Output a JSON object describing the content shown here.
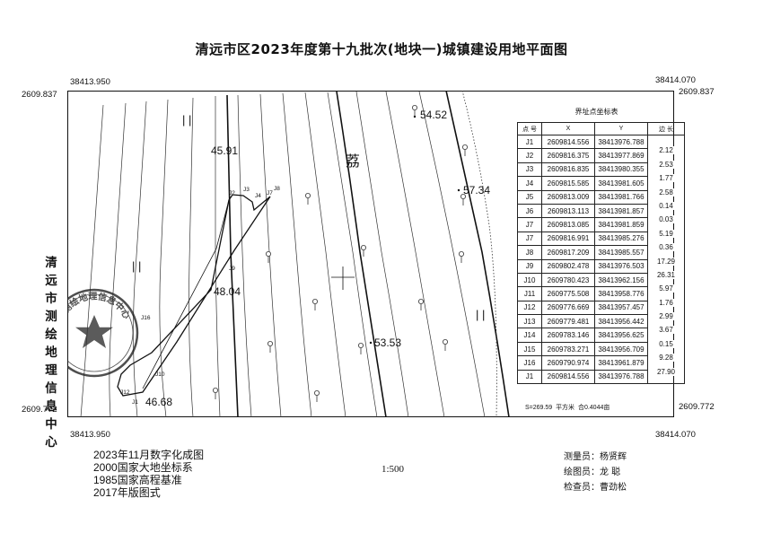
{
  "title": "清远市区2023年度第十九批次(地块一)城镇建设用地平面图",
  "corners": {
    "top_left_x": "38413.950",
    "top_left_y": "2609.837",
    "top_right_x": "38414.070",
    "top_right_y": "2609.837",
    "bottom_left_x": "38413.950",
    "bottom_left_y": "2609.772",
    "bottom_right_x": "38414.070",
    "bottom_right_y": "2609.772"
  },
  "organization_vertical": "清远市测绘地理信息中心",
  "seal_text": "清远市测绘地理信息中心",
  "map": {
    "elevations": [
      "45.91",
      "54.52",
      "57.34",
      "48.04",
      "53.53",
      "46.68"
    ],
    "land_label": "荔",
    "point_labels": [
      "J1",
      "J2",
      "J3",
      "J4",
      "J7",
      "J8",
      "J9",
      "J10",
      "J12",
      "J16"
    ]
  },
  "coord_table": {
    "title": "界址点坐标表",
    "headers": [
      "点 号",
      "X",
      "Y",
      "边 长"
    ],
    "rows": [
      {
        "no": "J1",
        "x": "2609814.556",
        "y": "38413976.788",
        "len": "2.12"
      },
      {
        "no": "J2",
        "x": "2609816.375",
        "y": "38413977.869",
        "len": "2.53"
      },
      {
        "no": "J3",
        "x": "2609816.835",
        "y": "38413980.355",
        "len": "1.77"
      },
      {
        "no": "J4",
        "x": "2609815.585",
        "y": "38413981.605",
        "len": "2.58"
      },
      {
        "no": "J5",
        "x": "2609813.009",
        "y": "38413981.766",
        "len": "0.14"
      },
      {
        "no": "J6",
        "x": "2609813.113",
        "y": "38413981.857",
        "len": "0.03"
      },
      {
        "no": "J7",
        "x": "2609813.085",
        "y": "38413981.859",
        "len": "5.19"
      },
      {
        "no": "J7",
        "x": "2609816.991",
        "y": "38413985.276",
        "len": "0.36"
      },
      {
        "no": "J8",
        "x": "2609817.209",
        "y": "38413985.557",
        "len": "17.29"
      },
      {
        "no": "J9",
        "x": "2609802.478",
        "y": "38413976.503",
        "len": "26.31"
      },
      {
        "no": "J10",
        "x": "2609780.423",
        "y": "38413962.156",
        "len": "5.97"
      },
      {
        "no": "J11",
        "x": "2609775.508",
        "y": "38413958.776",
        "len": "1.76"
      },
      {
        "no": "J12",
        "x": "2609776.669",
        "y": "38413957.457",
        "len": "2.99"
      },
      {
        "no": "J13",
        "x": "2609779.481",
        "y": "38413956.442",
        "len": "3.67"
      },
      {
        "no": "J14",
        "x": "2609783.146",
        "y": "38413956.625",
        "len": "0.15"
      },
      {
        "no": "J15",
        "x": "2609783.271",
        "y": "38413956.709",
        "len": "9.28"
      },
      {
        "no": "J16",
        "x": "2609790.974",
        "y": "38413961.879",
        "len": "27.90"
      },
      {
        "no": "J1",
        "x": "2609814.556",
        "y": "38413976.788",
        "len": ""
      }
    ],
    "footer_area": "S=269.59",
    "footer_unit": "平方米",
    "footer_mu": "合0.4044亩"
  },
  "footer": {
    "line1": "2023年11月数字化成图",
    "line2": "2000国家大地坐标系",
    "line3": "1985国家高程基准",
    "line4": "2017年版图式",
    "scale": "1:500",
    "surveyor": "测量员：杨贤辉",
    "drafter": "绘图员：龙  聪",
    "checker": "检查员：曹劲松"
  }
}
